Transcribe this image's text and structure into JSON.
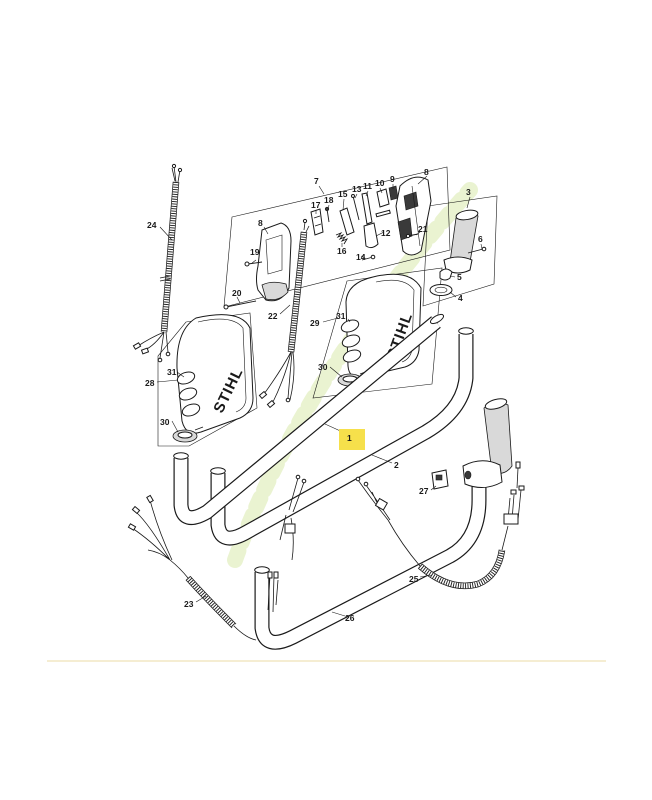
{
  "part_numbers": {
    "p24": "24",
    "p7": "7",
    "p8a": "8",
    "p8b": "8",
    "p3": "3",
    "p9": "9",
    "p10": "10",
    "p11": "11",
    "p13": "13",
    "p15": "15",
    "p17": "17",
    "p18": "18",
    "p21": "21",
    "p12": "12",
    "p16": "16",
    "p14": "14",
    "p19": "19",
    "p6": "6",
    "p5": "5",
    "p4": "4",
    "p20": "20",
    "p22": "22",
    "p29": "29",
    "p31a": "31",
    "p31b": "31",
    "p28": "28",
    "p30a": "30",
    "p30b": "30",
    "p1": "1",
    "p2": "2",
    "p27": "27",
    "p23": "23",
    "p25": "25",
    "p26": "26"
  },
  "highlighted_part": "1",
  "logo_text": "STIHL",
  "colors": {
    "line": "#1a1a1a",
    "highlight": "#f6e04b",
    "separator": "#efe2b6",
    "watermark": "#c4dc7a"
  }
}
